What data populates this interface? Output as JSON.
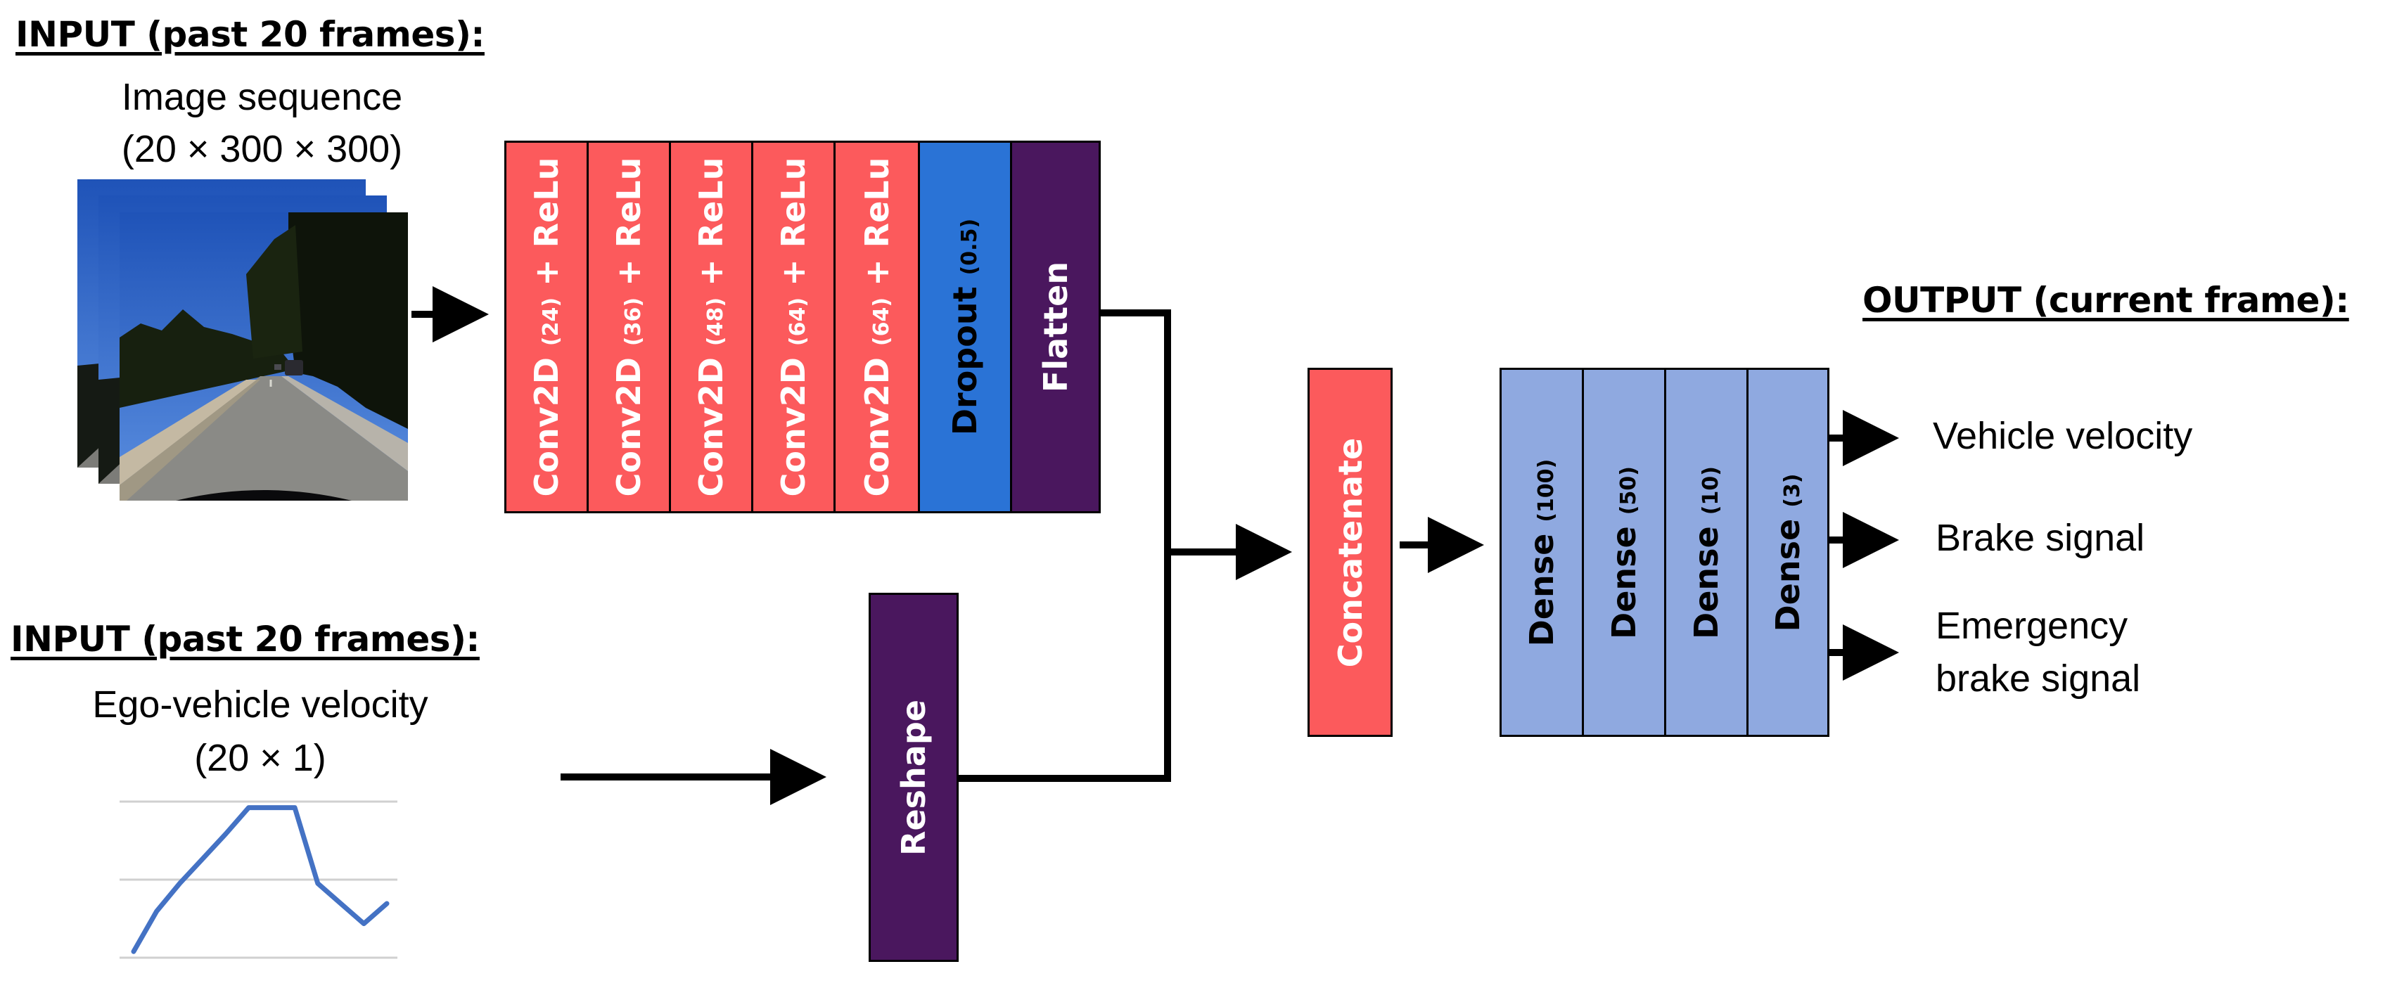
{
  "input_image": {
    "header": "INPUT (past 20 frames):",
    "name": "Image sequence",
    "shape": "(20 × 300 × 300)"
  },
  "input_velocity": {
    "header": "INPUT (past 20 frames):",
    "name": "Ego-vehicle velocity",
    "shape": "(20 × 1)"
  },
  "conv_layers": [
    {
      "label": "Conv2D",
      "param": "(24)",
      "suffix": "+ ReLu"
    },
    {
      "label": "Conv2D",
      "param": "(36)",
      "suffix": "+ ReLu"
    },
    {
      "label": "Conv2D",
      "param": "(48)",
      "suffix": "+ ReLu"
    },
    {
      "label": "Conv2D",
      "param": "(64)",
      "suffix": "+ ReLu"
    },
    {
      "label": "Conv2D",
      "param": "(64)",
      "suffix": "+ ReLu"
    }
  ],
  "dropout": {
    "label": "Dropout",
    "param": "(0.5)"
  },
  "flatten": {
    "label": "Flatten"
  },
  "reshape": {
    "label": "Reshape"
  },
  "concatenate": {
    "label": "Concatenate"
  },
  "dense_layers": [
    {
      "label": "Dense",
      "param": "(100)"
    },
    {
      "label": "Dense",
      "param": "(50)"
    },
    {
      "label": "Dense",
      "param": "(10)"
    },
    {
      "label": "Dense",
      "param": "(3)"
    }
  ],
  "output": {
    "header": "OUTPUT (current frame):",
    "items": [
      "Vehicle velocity",
      "Brake signal",
      "Emergency",
      "brake signal"
    ]
  },
  "velocity_sparkline": [
    0.04,
    0.3,
    0.48,
    0.64,
    0.8,
    0.97,
    0.97,
    0.97,
    0.48,
    0.35,
    0.22,
    0.35
  ],
  "colors": {
    "conv": "#fc5a5c",
    "dropout": "#2a73d6",
    "flatten_reshape": "#4a175e",
    "dense": "#8fa9e0",
    "sparkline": "#4472c4"
  }
}
